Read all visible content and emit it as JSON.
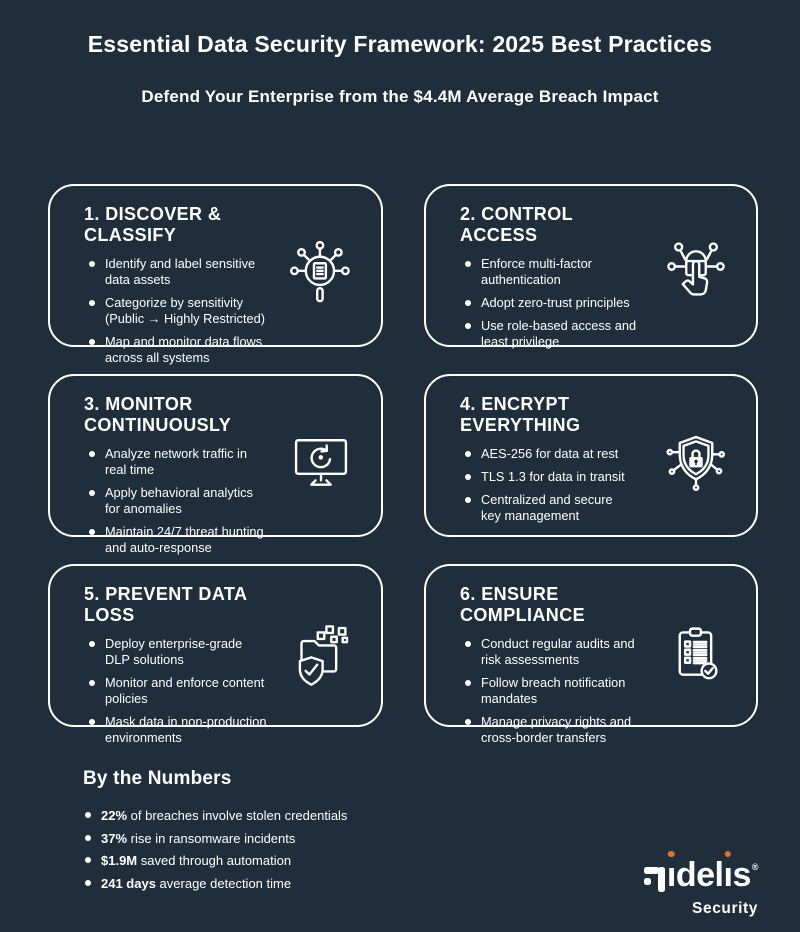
{
  "colors": {
    "background": "#202d3b",
    "text": "#ffffff",
    "accent_orange": "#e8702a"
  },
  "header": {
    "title": "Essential Data Security Framework: 2025 Best Practices",
    "subtitle": "Defend Your Enterprise from the $4.4M Average Breach Impact"
  },
  "cards": [
    {
      "title": "1. DISCOVER & CLASSIFY",
      "icon": "magnifier-data-network-icon",
      "bullets": [
        "Identify and label sensitive\ndata assets",
        "Categorize by sensitivity\n(Public → Highly Restricted)",
        "Map and monitor data flows\nacross all systems"
      ]
    },
    {
      "title": "2. CONTROL ACCESS",
      "icon": "access-touch-network-icon",
      "bullets": [
        "Enforce multi-factor authentication",
        "Adopt zero-trust principles",
        "Use role-based access and\nleast privilege"
      ]
    },
    {
      "title": "3. MONITOR CONTINUOUSLY",
      "icon": "monitor-refresh-icon",
      "bullets": [
        "Analyze network traffic in\nreal time",
        "Apply behavioral analytics\nfor anomalies",
        "Maintain 24/7 threat hunting\nand auto-response"
      ]
    },
    {
      "title": "4. ENCRYPT EVERYTHING",
      "icon": "shield-lock-icon",
      "bullets": [
        "AES-256 for data at rest",
        "TLS 1.3 for data in transit",
        "Centralized and secure\nkey management"
      ]
    },
    {
      "title": "5. PREVENT DATA LOSS",
      "icon": "folder-shield-check-icon",
      "bullets": [
        "Deploy enterprise-grade\nDLP solutions",
        "Monitor and enforce content\npolicies",
        "Mask data in non-production\nenvironments"
      ]
    },
    {
      "title": "6. ENSURE COMPLIANCE",
      "icon": "clipboard-checklist-icon",
      "bullets": [
        "Conduct regular audits and\nrisk assessments",
        "Follow breach notification\nmandates",
        "Manage privacy rights and\ncross-border transfers"
      ]
    }
  ],
  "numbers": {
    "title": "By the Numbers",
    "stats": [
      {
        "value": "22%",
        "text": " of breaches involve stolen credentials"
      },
      {
        "value": "37%",
        "text": " rise in ransomware incidents"
      },
      {
        "value": "$1.9M",
        "text": " saved through automation"
      },
      {
        "value": "241 days",
        "text": " average detection time"
      }
    ]
  },
  "logo": {
    "brand": "Fidelis",
    "brand_suffix": "®",
    "tagline": "Security"
  }
}
